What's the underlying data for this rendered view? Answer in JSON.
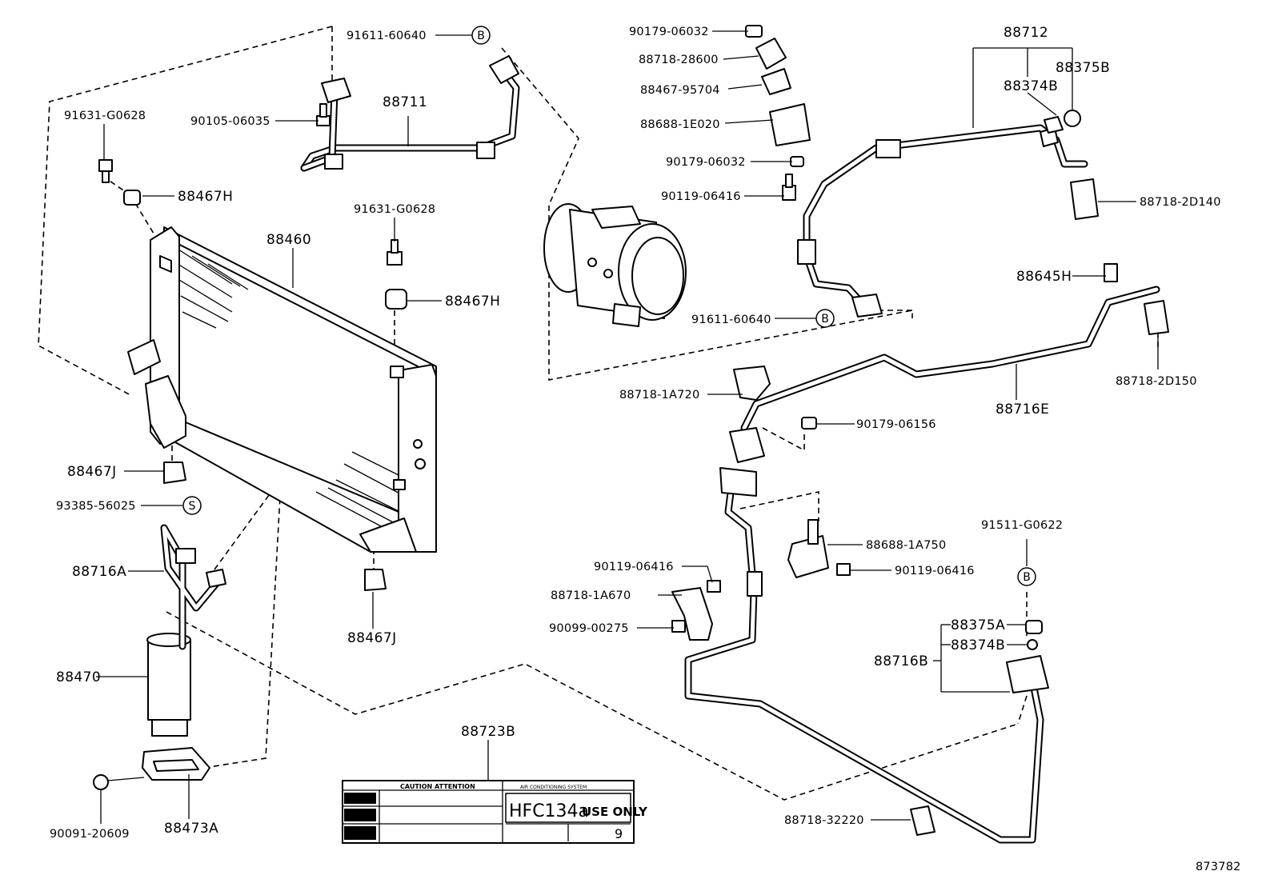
{
  "diagram": {
    "figure_id": "873782",
    "parts": {
      "p91611_60640_top": "91611-60640",
      "p88711": "88711",
      "p90105_06035": "90105-06035",
      "p91631_G0628_left": "91631-G0628",
      "p88467H_left": "88467H",
      "p88460": "88460",
      "p91631_G0628_mid": "91631-G0628",
      "p88467H_mid": "88467H",
      "p88467J_left": "88467J",
      "p93385_56025": "93385-56025",
      "p88716A": "88716A",
      "p88470": "88470",
      "p90091_20609": "90091-20609",
      "p88473A": "88473A",
      "p88467J_bottom": "88467J",
      "p88723B": "88723B",
      "p90179_06032_top": "90179-06032",
      "p88718_28600": "88718-28600",
      "p88467_95704": "88467-95704",
      "p88688_1E020": "88688-1E020",
      "p90179_06032_mid": "90179-06032",
      "p90119_06416_top": "90119-06416",
      "p91611_60640_mid": "91611-60640",
      "p88712": "88712",
      "p88375B": "88375B",
      "p88374B_top": "88374B",
      "p88718_2D140": "88718-2D140",
      "p88645H": "88645H",
      "p88718_2D150": "88718-2D150",
      "p88716E": "88716E",
      "p88718_1A720": "88718-1A720",
      "p90179_06156": "90179-06156",
      "p88688_1A750": "88688-1A750",
      "p90119_06416_right": "90119-06416",
      "p90119_06416_left": "90119-06416",
      "p88718_1A670": "88718-1A670",
      "p90099_00275": "90099-00275",
      "p91511_G0622": "91511-G0622",
      "p88375A": "88375A",
      "p88374B_bottom": "88374B",
      "p88716B": "88716B",
      "p88718_32220": "88718-32220"
    },
    "callouts": {
      "b_top": "B",
      "b_mid": "B",
      "b_right": "B",
      "s_left": "S"
    },
    "caution_label": {
      "header": "CAUTION  ATTENTION",
      "sub_header": "AIR CONDITIONING SYSTEM",
      "refrigerant": "HFC134a",
      "use_only": "USE ONLY",
      "charge": "9"
    }
  }
}
